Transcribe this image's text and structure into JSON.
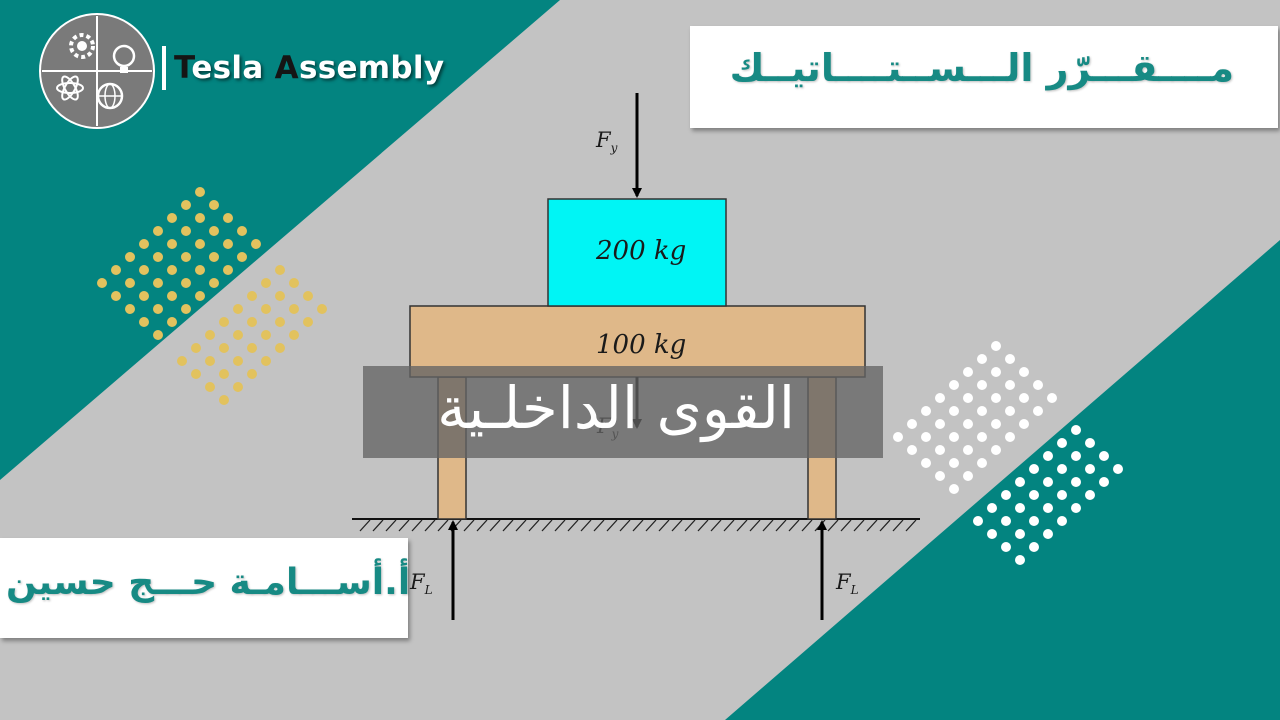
{
  "brand": {
    "initial_1": "T",
    "rest_1": "esla ",
    "initial_2": "A",
    "rest_2": "ssembly"
  },
  "course_title": "مــــقـــرّر الـــســتــــاتيــك",
  "author": "أ.أســـامـة حـــج حسين",
  "lecture_title": "القوى الداخلـية",
  "diagram": {
    "upper_mass": "200 kg",
    "lower_mass": "100 kg",
    "force_top": {
      "symbol": "F",
      "sub": "y"
    },
    "force_mid": {
      "symbol": "F",
      "sub": "y"
    },
    "force_left": {
      "symbol": "F",
      "sub": "L"
    },
    "force_right": {
      "symbol": "F",
      "sub": "L"
    }
  },
  "colors": {
    "teal": "#038480",
    "gray": "#c3c3c3",
    "cyan_box": "#00f5f5",
    "wood": "#dfb889",
    "gold_dots": "#e2c25e",
    "title_teal": "#178a84"
  },
  "icons": [
    "gear-icon",
    "lightbulb-icon",
    "atom-icon",
    "globe-icon"
  ]
}
